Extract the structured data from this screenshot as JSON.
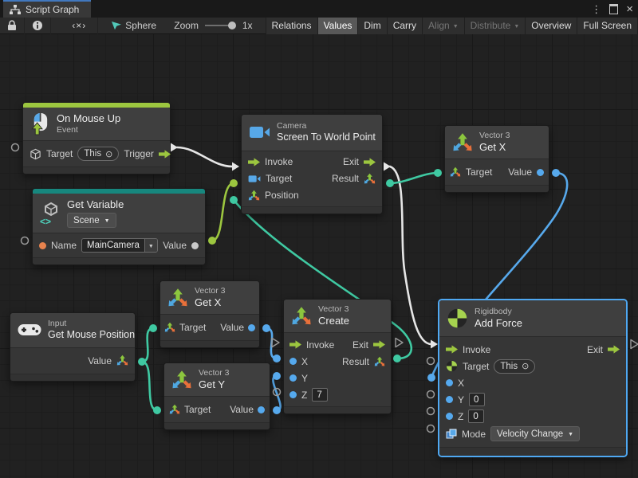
{
  "window": {
    "tab_title": "Script Graph"
  },
  "icons": {
    "dropdown": "▼",
    "kebab": "⋮",
    "close": "×",
    "picker": "⊙",
    "code_button": "‹×›"
  },
  "toolbar": {
    "sphere_label": "Sphere",
    "zoom_label": "Zoom",
    "zoom_value": "1x",
    "buttons": [
      {
        "label": "Relations"
      },
      {
        "label": "Values"
      },
      {
        "label": "Dim"
      },
      {
        "label": "Carry"
      },
      {
        "label": "Align"
      },
      {
        "label": "Distribute"
      },
      {
        "label": "Overview"
      },
      {
        "label": "Full Screen"
      }
    ]
  },
  "nodes": {
    "on_mouse_up": {
      "title": "On Mouse Up",
      "subtitle": "Event",
      "target_label": "Target",
      "target_value": "This",
      "trigger_label": "Trigger"
    },
    "get_variable": {
      "title": "Get Variable",
      "scope_value": "Scene",
      "name_label": "Name",
      "name_value": "MainCamera",
      "value_label": "Value"
    },
    "camera": {
      "category": "Camera",
      "title": "Screen To World Point",
      "invoke": "Invoke",
      "exit": "Exit",
      "target": "Target",
      "result": "Result",
      "position": "Position"
    },
    "get_x_top": {
      "category": "Vector 3",
      "title": "Get X",
      "target": "Target",
      "value": "Value"
    },
    "get_x_mid": {
      "category": "Vector 3",
      "title": "Get X",
      "target": "Target",
      "value": "Value"
    },
    "get_y": {
      "category": "Vector 3",
      "title": "Get Y",
      "target": "Target",
      "value": "Value"
    },
    "get_mouse_position": {
      "category": "Input",
      "title": "Get Mouse Position",
      "value": "Value"
    },
    "create": {
      "category": "Vector 3",
      "title": "Create",
      "invoke": "Invoke",
      "exit": "Exit",
      "x": "X",
      "y": "Y",
      "z": "Z",
      "z_value": "7",
      "result": "Result"
    },
    "add_force": {
      "category": "Rigidbody",
      "title": "Add Force",
      "invoke": "Invoke",
      "exit": "Exit",
      "target": "Target",
      "target_value": "This",
      "x": "X",
      "y": "Y",
      "y_value": "0",
      "z": "Z",
      "z_value": "0",
      "mode": "Mode",
      "mode_value": "Velocity Change"
    }
  },
  "colors": {
    "tab_accent_blue": "#4178BE",
    "event_green": "#9CC63F",
    "variable_teal": "#17877E",
    "flow_green": "#9CC63F",
    "wire_white": "#E6E6E6",
    "wire_teal": "#3FC9A2",
    "wire_blue": "#57A9EC",
    "wire_lime": "#9CC63F",
    "port_blue": "#55A9EE",
    "port_orange": "#E8834E",
    "selection_blue": "#4FA8F2"
  }
}
